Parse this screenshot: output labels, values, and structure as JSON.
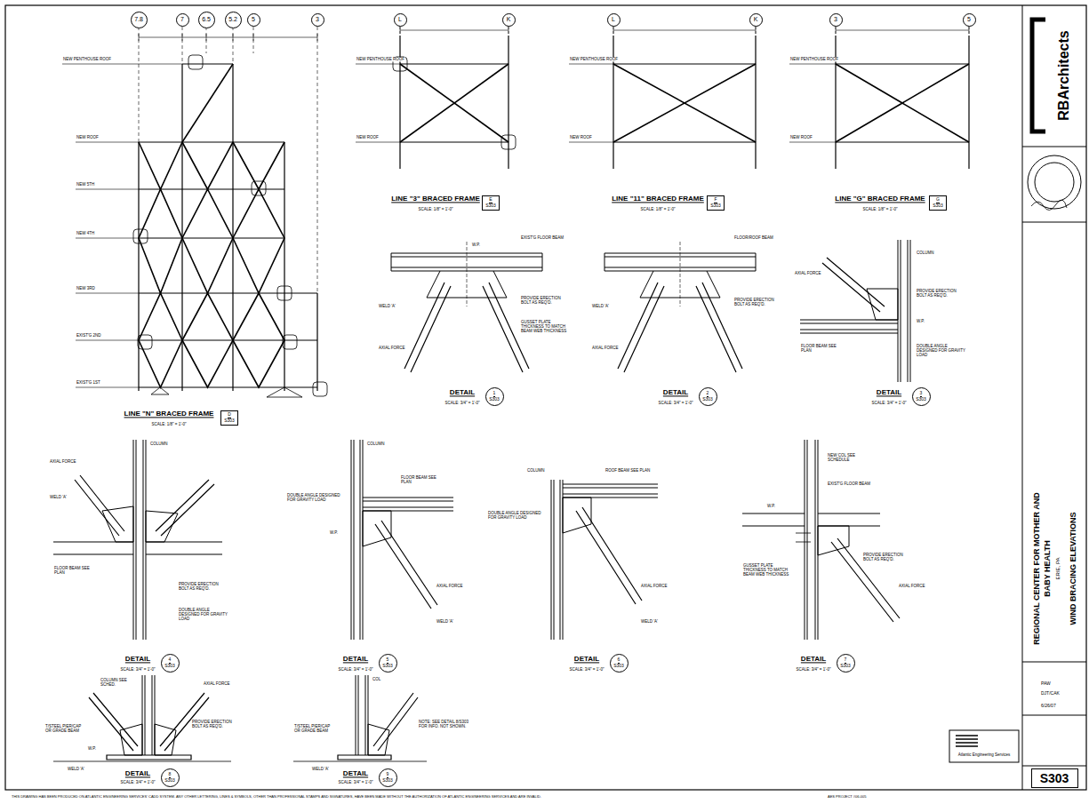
{
  "diagram": {
    "nodes": [
      {
        "text": [
          "7.8"
        ]
      },
      {
        "text": [
          "7"
        ]
      },
      {
        "text": [
          "6.5"
        ]
      },
      {
        "text": [
          "5.2"
        ]
      },
      {
        "text": [
          "5"
        ]
      },
      {
        "text": [
          "3"
        ]
      },
      {
        "text": [
          "L"
        ]
      },
      {
        "text": [
          "K"
        ]
      },
      {
        "text": [
          "L"
        ]
      },
      {
        "text": [
          "K"
        ]
      },
      {
        "text": [
          "3"
        ]
      },
      {
        "text": [
          "5"
        ]
      },
      {
        "text": [
          "D",
          "S303"
        ]
      },
      {
        "text": [
          "E",
          "S303"
        ]
      },
      {
        "text": [
          "F",
          "S303"
        ]
      },
      {
        "text": [
          "G",
          "S303"
        ]
      },
      {
        "text": [
          "1",
          "S303"
        ]
      },
      {
        "text": [
          "2",
          "S303"
        ]
      },
      {
        "text": [
          "3",
          "S303"
        ]
      },
      {
        "text": [
          "4",
          "S303"
        ]
      },
      {
        "text": [
          "5",
          "S303"
        ]
      },
      {
        "text": [
          "6",
          "S303"
        ]
      },
      {
        "text": [
          "7",
          "S303"
        ]
      },
      {
        "text": [
          "8",
          "S303"
        ]
      },
      {
        "text": [
          "9",
          "S303"
        ]
      },
      {
        "text": [
          "S303"
        ]
      }
    ],
    "labels": [
      "NEW PENTHOUSE ROOF",
      "NEW ROOF",
      "NEW 5TH",
      "NEW 4TH",
      "NEW 3RD",
      "EXIST'G 2ND",
      "EXIST'G 1ST",
      "LINE \"N\" BRACED FRAME",
      "SCALE: 1/8\" = 1'-0\"",
      "NEW PENTHOUSE ROOF",
      "NEW ROOF",
      "LINE \"3\" BRACED FRAME",
      "SCALE: 1/8\" = 1'-0\"",
      "NEW PENTHOUSE ROOF",
      "NEW ROOF",
      "LINE \"11\" BRACED FRAME",
      "SCALE: 1/8\" = 1'-0\"",
      "NEW PENTHOUSE ROOF",
      "NEW ROOF",
      "LINE \"G\" BRACED FRAME",
      "SCALE: 1/8\" = 1'-0\"",
      "DETAIL",
      "SCALE: 3/4\" = 1'-0\"",
      "DETAIL",
      "SCALE: 3/4\" = 1'-0\"",
      "DETAIL",
      "SCALE: 3/4\" = 1'-0\"",
      "DETAIL",
      "SCALE: 3/4\" = 1'-0\"",
      "DETAIL",
      "SCALE: 3/4\" = 1'-0\"",
      "DETAIL",
      "SCALE: 3/4\" = 1'-0\"",
      "DETAIL",
      "SCALE: 3/4\" = 1'-0\"",
      "DETAIL",
      "SCALE: 3/4\" = 1'-0\"",
      "DETAIL",
      "SCALE: 3/4\" = 1'-0\"",
      "EXIST'G FLOOR BEAM",
      "W.P.",
      "WELD 'A'",
      "AXIAL FORCE",
      "PROVIDE ERECTION BOLT AS REQ'D.",
      "GUSSET PLATE THICKNESS TO MATCH BEAM WEB THICKNESS",
      "FLOOR/ROOF BEAM",
      "WELD 'A'",
      "AXIAL FORCE",
      "PROVIDE ERECTION BOLT AS REQ'D.",
      "COLUMN",
      "PROVIDE ERECTION BOLT AS REQ'D.",
      "DOUBLE ANGLE DESIGNED FOR GRAVITY LOAD",
      "AXIAL FORCE",
      "FLOOR BEAM SEE PLAN",
      "W.P.",
      "COLUMN",
      "WELD 'A'",
      "AXIAL FORCE",
      "FLOOR BEAM SEE PLAN",
      "PROVIDE ERECTION BOLT AS REQ'D.",
      "DOUBLE ANGLE DESIGNED FOR GRAVITY LOAD",
      "COLUMN",
      "FLOOR BEAM SEE PLAN",
      "DOUBLE ANGLE DESIGNED FOR GRAVITY LOAD",
      "W.P.",
      "AXIAL FORCE",
      "WELD 'A'",
      "COLUMN",
      "ROOF BEAM SEE PLAN",
      "DOUBLE ANGLE DESIGNED FOR GRAVITY LOAD",
      "AXIAL FORCE",
      "WELD 'A'",
      "NEW COL SEE SCHEDULE",
      "EXIST'G FLOOR BEAM",
      "W.P.",
      "PROVIDE ERECTION BOLT AS REQ'D.",
      "AXIAL FORCE",
      "GUSSET PLATE THICKNESS TO MATCH BEAM WEB THICKNESS",
      "COLUMN SEE SCHED.",
      "AXIAL FORCE",
      "T/STEEL PIER/CAP OR GRADE BEAM",
      "W.P.",
      "WELD 'A'",
      "PROVIDE ERECTION BOLT AS REQ'D.",
      "COL",
      "NOTE: SEE DETAIL 8/S303 FOR INFO. NOT SHOWN.",
      "T/STEEL PIER/CAP OR GRADE BEAM",
      "WELD 'A'",
      "RBArchitects",
      "REGIONAL CENTER FOR MOTHER AND",
      "BABY HEALTH",
      "ERIE, PA",
      "WIND BRACING ELEVATIONS",
      "PAW",
      "DJT/CAK",
      "6/26/07",
      "THIS DRAWING HAS BEEN PRODUCED ON ATLANTIC ENGINEERING SERVICES' CADD SYSTEM. ANY OTHER LETTERING, LINES & SYMBOLS, OTHER THAN PROFESSIONAL STAMPS AND SIGNATURES, HAVE BEEN MADE WITHOUT THE AUTHORIZATION OF ATLANTIC ENGINEERING SERVICES AND ARE INVALID.",
      "AES PROJECT #06-005",
      "Atlantic Engineering Services"
    ]
  }
}
